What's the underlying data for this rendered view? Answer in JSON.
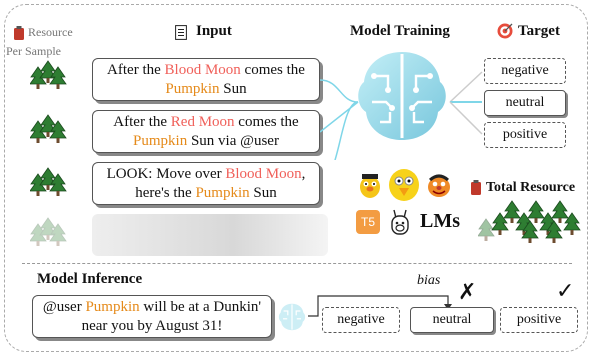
{
  "resource_label": "Resource",
  "per_sample_label": "Per Sample",
  "input_title": "Input",
  "model_training_title": "Model Training",
  "target_title": "Target",
  "samples": [
    {
      "pre": "After the ",
      "hl1": "Blood Moon",
      "mid": " comes the",
      "hl2": "Pumpkin",
      "post": " Sun"
    },
    {
      "pre": "After the ",
      "hl1": "Red Moon",
      "mid": " comes the",
      "hl2": "Pumpkin",
      "post": " Sun via @user"
    },
    {
      "pre": "LOOK: Move over ",
      "hl1": "Blood Moon",
      "mid": ",",
      "line2_pre": "here's the ",
      "hl2": "Pumpkin",
      "post": " Sun"
    }
  ],
  "targets": [
    "negative",
    "neutral",
    "positive"
  ],
  "total_resource_label": "Total Resource",
  "lms_label": "LMs",
  "t5_label": "T5",
  "model_inference_title": "Model Inference",
  "inference_sample": {
    "pre": "@user ",
    "hl": "Pumpkin",
    "post": " will be at a Dunkin'",
    "line2": "near you by August 31!"
  },
  "bias_label": "bias",
  "inference_targets": [
    "negative",
    "neutral",
    "positive"
  ],
  "cross_mark": "✗",
  "check_mark": "✓",
  "colors": {
    "highlight_red": "#f0605a",
    "highlight_orange": "#e58a1a",
    "connector": "#7fd6e8",
    "tree": "#2e7d32"
  }
}
